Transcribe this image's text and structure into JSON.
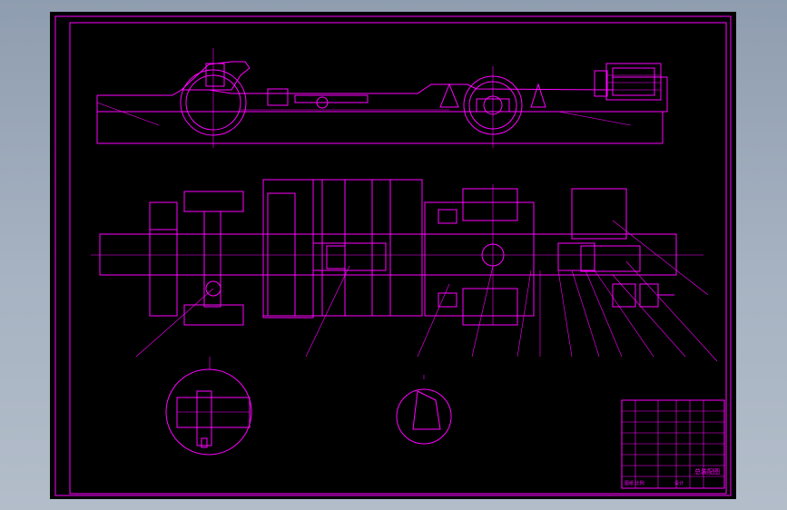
{
  "drawing": {
    "title_block": {
      "main_title": "总装配图",
      "sub_label": "设计",
      "revision_text": "图纸 比例"
    },
    "colors": {
      "background": "#000000",
      "linework": "#ff00ff",
      "workspace": "#9aa7b8"
    }
  }
}
